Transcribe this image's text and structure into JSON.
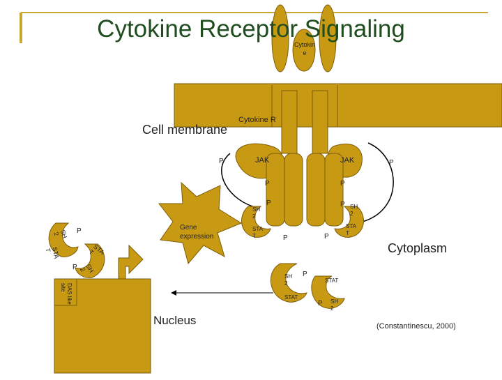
{
  "title": "Cytokine Receptor Signaling",
  "colors": {
    "frame": "#c8a832",
    "gold": "#c89a14",
    "outline": "#7a5c08",
    "title": "#1f4d1f"
  },
  "labels": {
    "cytokine": "Cytokin e",
    "cell_membrane": "Cell membrane",
    "cytokine_r": "Cytokine R",
    "jak_left": "JAK",
    "jak_right": "JAK",
    "cytoplasm": "Cytoplasm",
    "nucleus": "Nucleus",
    "gene_expression": "Gene expression",
    "das_site": "DAS like site",
    "citation": "(Constantinescu, 2000)",
    "p": "P",
    "sh2": "SH 2",
    "stat": "STA T",
    "stat_full": "STAT"
  }
}
